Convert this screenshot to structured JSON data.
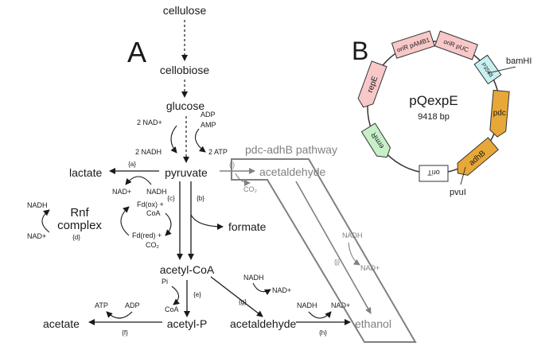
{
  "panel_a": {
    "label": "A",
    "metabolites": {
      "cellulose": "cellulose",
      "cellobiose": "cellobiose",
      "glucose": "glucose",
      "pyruvate": "pyruvate",
      "lactate": "lactate",
      "formate": "formate",
      "acetyl_coa": "acetyl-CoA",
      "acetyl_p": "acetyl-P",
      "acetate": "acetate",
      "acetaldehyde": "acetaldehyde",
      "pathway_acetaldehyde": "acetaldehyde",
      "pathway_ethanol": "ethanol"
    },
    "cofactors": {
      "glycolysis_nad_in": "2 NAD+",
      "glycolysis_nadh_out": "2 NADH",
      "glycolysis_adp": "ADP",
      "glycolysis_amp": "AMP",
      "glycolysis_atp": "2 ATP",
      "lactate_nad": "NAD+",
      "lactate_nadh": "NADH",
      "fd_ox": "Fd(ox) +",
      "fd_ox_coa": "CoA",
      "fd_red": "Fd(red) +",
      "fd_red_co2": "CO₂",
      "rnf_nadh": "NADH",
      "rnf_nad": "NAD+",
      "rnf_label_1": "Rnf",
      "rnf_label_2": "complex",
      "pdc_co2": "CO₂",
      "adhb_nadh": "NADH",
      "adhb_nad": "NAD+",
      "acetald_nadh": "NADH",
      "acetald_nad": "NAD+",
      "pta_pi": "Pi",
      "pta_coa": "CoA",
      "ack_atp": "ATP",
      "ack_adp": "ADP",
      "ethanol_nadh": "NADH",
      "ethanol_nad": "NAD+"
    },
    "reactions": {
      "a": "{a}",
      "b": "{b}",
      "c": "{c}",
      "d": "{d}",
      "e": "{e}",
      "f": "{f}",
      "g": "{g}",
      "h": "{h}",
      "i": "{i}",
      "j": "{j}"
    },
    "pathway_title": "pdc-adhB pathway"
  },
  "panel_b": {
    "label": "B",
    "plasmid_name": "pQexpE",
    "plasmid_size": "9418 bp",
    "features": {
      "ori_pamb1": "oriR pAMB1",
      "ori_puc": "oriR pUC",
      "p3568": "P3568",
      "pdc": "pdc",
      "adhb": "adhB",
      "orit": "oriT",
      "ermr": "ermR",
      "repe": "repE"
    },
    "sites": {
      "bamhi": "bamHI",
      "pvui": "pvuI"
    },
    "colors": {
      "pink": "#f8c8c8",
      "orange": "#e8a838",
      "green": "#c8f0c8",
      "cyan": "#c8f0f0",
      "gray_path": "#808080"
    }
  }
}
